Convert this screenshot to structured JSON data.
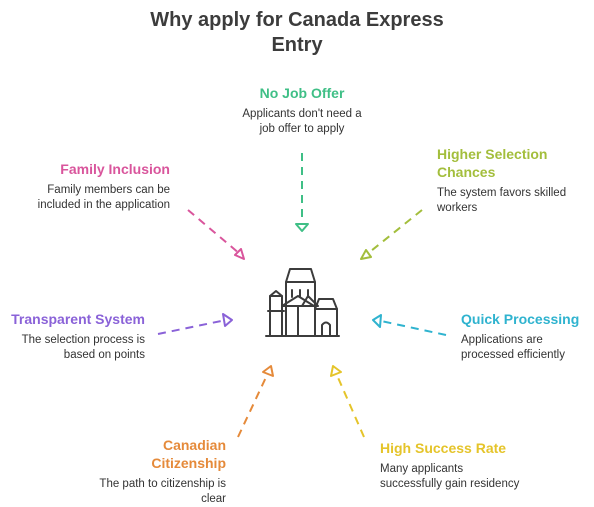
{
  "title": [
    "Why apply for Canada Express",
    "Entry"
  ],
  "items": {
    "no_job_offer": {
      "heading": [
        "No Job Offer"
      ],
      "description": [
        "Applicants don't need a",
        "job offer to apply"
      ],
      "color": "#3fbf86"
    },
    "family_inclusion": {
      "heading": [
        "Family Inclusion"
      ],
      "description": [
        "Family members can be",
        "included in the application"
      ],
      "color": "#d9559c"
    },
    "higher_selection": {
      "heading": [
        "Higher Selection",
        "Chances"
      ],
      "description": [
        "The system favors skilled",
        "workers"
      ],
      "color": "#a3be3c"
    },
    "transparent_system": {
      "heading": [
        "Transparent System"
      ],
      "description": [
        "The selection process is",
        "based on points"
      ],
      "color": "#8a62d8"
    },
    "quick_processing": {
      "heading": [
        "Quick Processing"
      ],
      "description": [
        "Applications are",
        "processed efficiently"
      ],
      "color": "#2fb3cf"
    },
    "canadian_citizenship": {
      "heading": [
        "Canadian",
        "Citizenship"
      ],
      "description": [
        "The path to citizenship is",
        "clear"
      ],
      "color": "#e58a3a"
    },
    "high_success_rate": {
      "heading": [
        "High Success Rate"
      ],
      "description": [
        "Many applicants",
        "successfully gain residency"
      ],
      "color": "#e5c42a"
    }
  },
  "center_icon": "castle-icon",
  "icon_color": "#3c3c3c"
}
